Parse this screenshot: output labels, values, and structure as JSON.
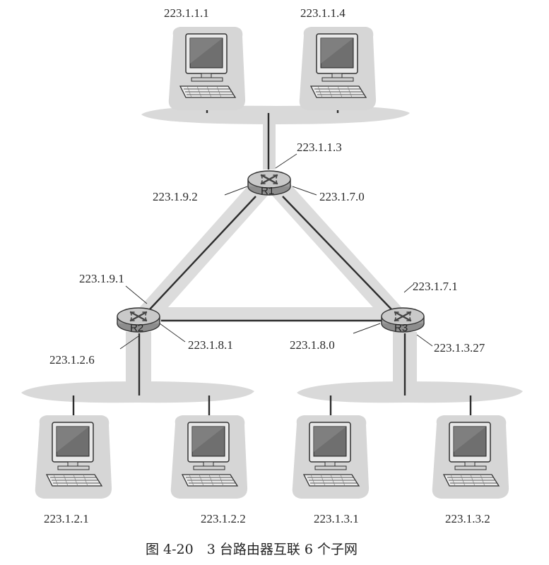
{
  "hosts": {
    "top_left": "223.1.1.1",
    "top_right": "223.1.1.4",
    "bottom_1": "223.1.2.1",
    "bottom_2": "223.1.2.2",
    "bottom_3": "223.1.3.1",
    "bottom_4": "223.1.3.2"
  },
  "routers": {
    "r1": {
      "name": "R1",
      "if_subnet1": "223.1.1.3",
      "if_to_r2": "223.1.9.2",
      "if_to_r3": "223.1.7.0"
    },
    "r2": {
      "name": "R2",
      "if_to_r1": "223.1.9.1",
      "if_to_r3": "223.1.8.1",
      "if_subnet2": "223.1.2.6"
    },
    "r3": {
      "name": "R3",
      "if_to_r1": "223.1.7.1",
      "if_to_r2": "223.1.8.0",
      "if_subnet3": "223.1.3.27"
    }
  },
  "caption": "图 4-20　3 台路由器互联 6 个子网",
  "colors": {
    "shading": "#d9d9d9",
    "line": "#2d2d2d",
    "router_body": "#b5b5b5",
    "screen": "#6f6f6f"
  }
}
